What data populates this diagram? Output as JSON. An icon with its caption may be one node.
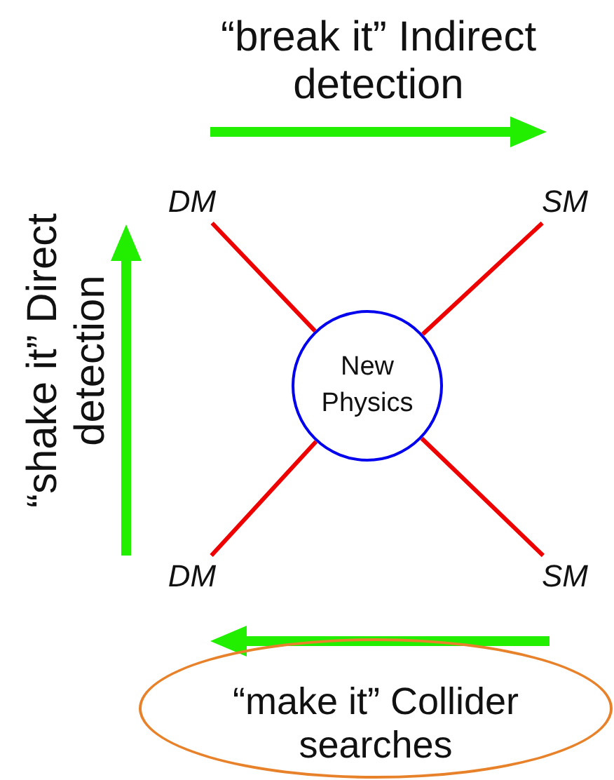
{
  "diagram": {
    "nodes": [
      {
        "text": [
          "DM"
        ]
      },
      {
        "text": [
          "SM"
        ]
      },
      {
        "text": [
          "New Physics"
        ]
      },
      {
        "text": [
          "DM"
        ]
      },
      {
        "text": [
          "SM"
        ]
      },
      {
        "text": [
          "“make it” Collider searches"
        ]
      }
    ],
    "edges": [
      {
        "from": 0,
        "to": 2,
        "arrow": "none"
      },
      {
        "from": 1,
        "to": 2,
        "arrow": "none"
      },
      {
        "from": 3,
        "to": 2,
        "arrow": "none"
      },
      {
        "from": 4,
        "to": 2,
        "arrow": "none"
      }
    ],
    "labels": [
      "“break it” Indirect detection",
      "“shake it” Direct detection"
    ]
  }
}
